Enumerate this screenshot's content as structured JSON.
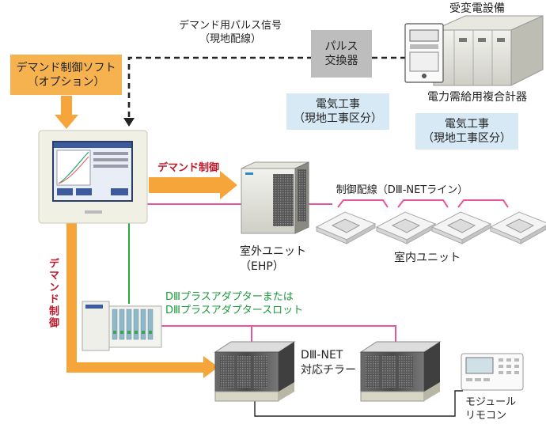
{
  "labels": {
    "demand_pulse_line1": "デマンド用パルス信号",
    "demand_pulse_line2": "（現地配線）",
    "pulse_converter_line1": "パルス",
    "pulse_converter_line2": "交換器",
    "substation": "受変電設備",
    "power_meter": "電力需給用複合計器",
    "electric_work_a_line1": "電気工事",
    "electric_work_a_line2": "（現地工事区分）",
    "electric_work_b_line1": "電気工事",
    "electric_work_b_line2": "（現地工事区分）",
    "demand_software_line1": "デマンド制御ソフト",
    "demand_software_line2": "（オプション）",
    "demand_control_horizontal": "デマンド制御",
    "demand_control_vertical": "デマンド制御",
    "control_wiring": "制御配線（DⅢ-NETライン）",
    "outdoor_unit_line1": "室外ユニット",
    "outdoor_unit_line2": "（EHP）",
    "indoor_unit": "室内ユニット",
    "adapter_line1": "DⅢプラスアダプターまたは",
    "adapter_line2": "DⅢプラスアダプタースロット",
    "chiller_line1": "DⅢ-NET",
    "chiller_line2": "対応チラー",
    "module_remote_line1": "モジュール",
    "module_remote_line2": "リモコン"
  },
  "colors": {
    "orange_arrow": "#f5a53a",
    "pink_line": "#e8559a",
    "green_line": "#2aa845",
    "red_text": "#c0182b",
    "green_text": "#1a9a3a",
    "light_blue_box": "#d6e9f5",
    "gray_box": "#bdbdbd",
    "orange_box": "#f6b24f"
  }
}
